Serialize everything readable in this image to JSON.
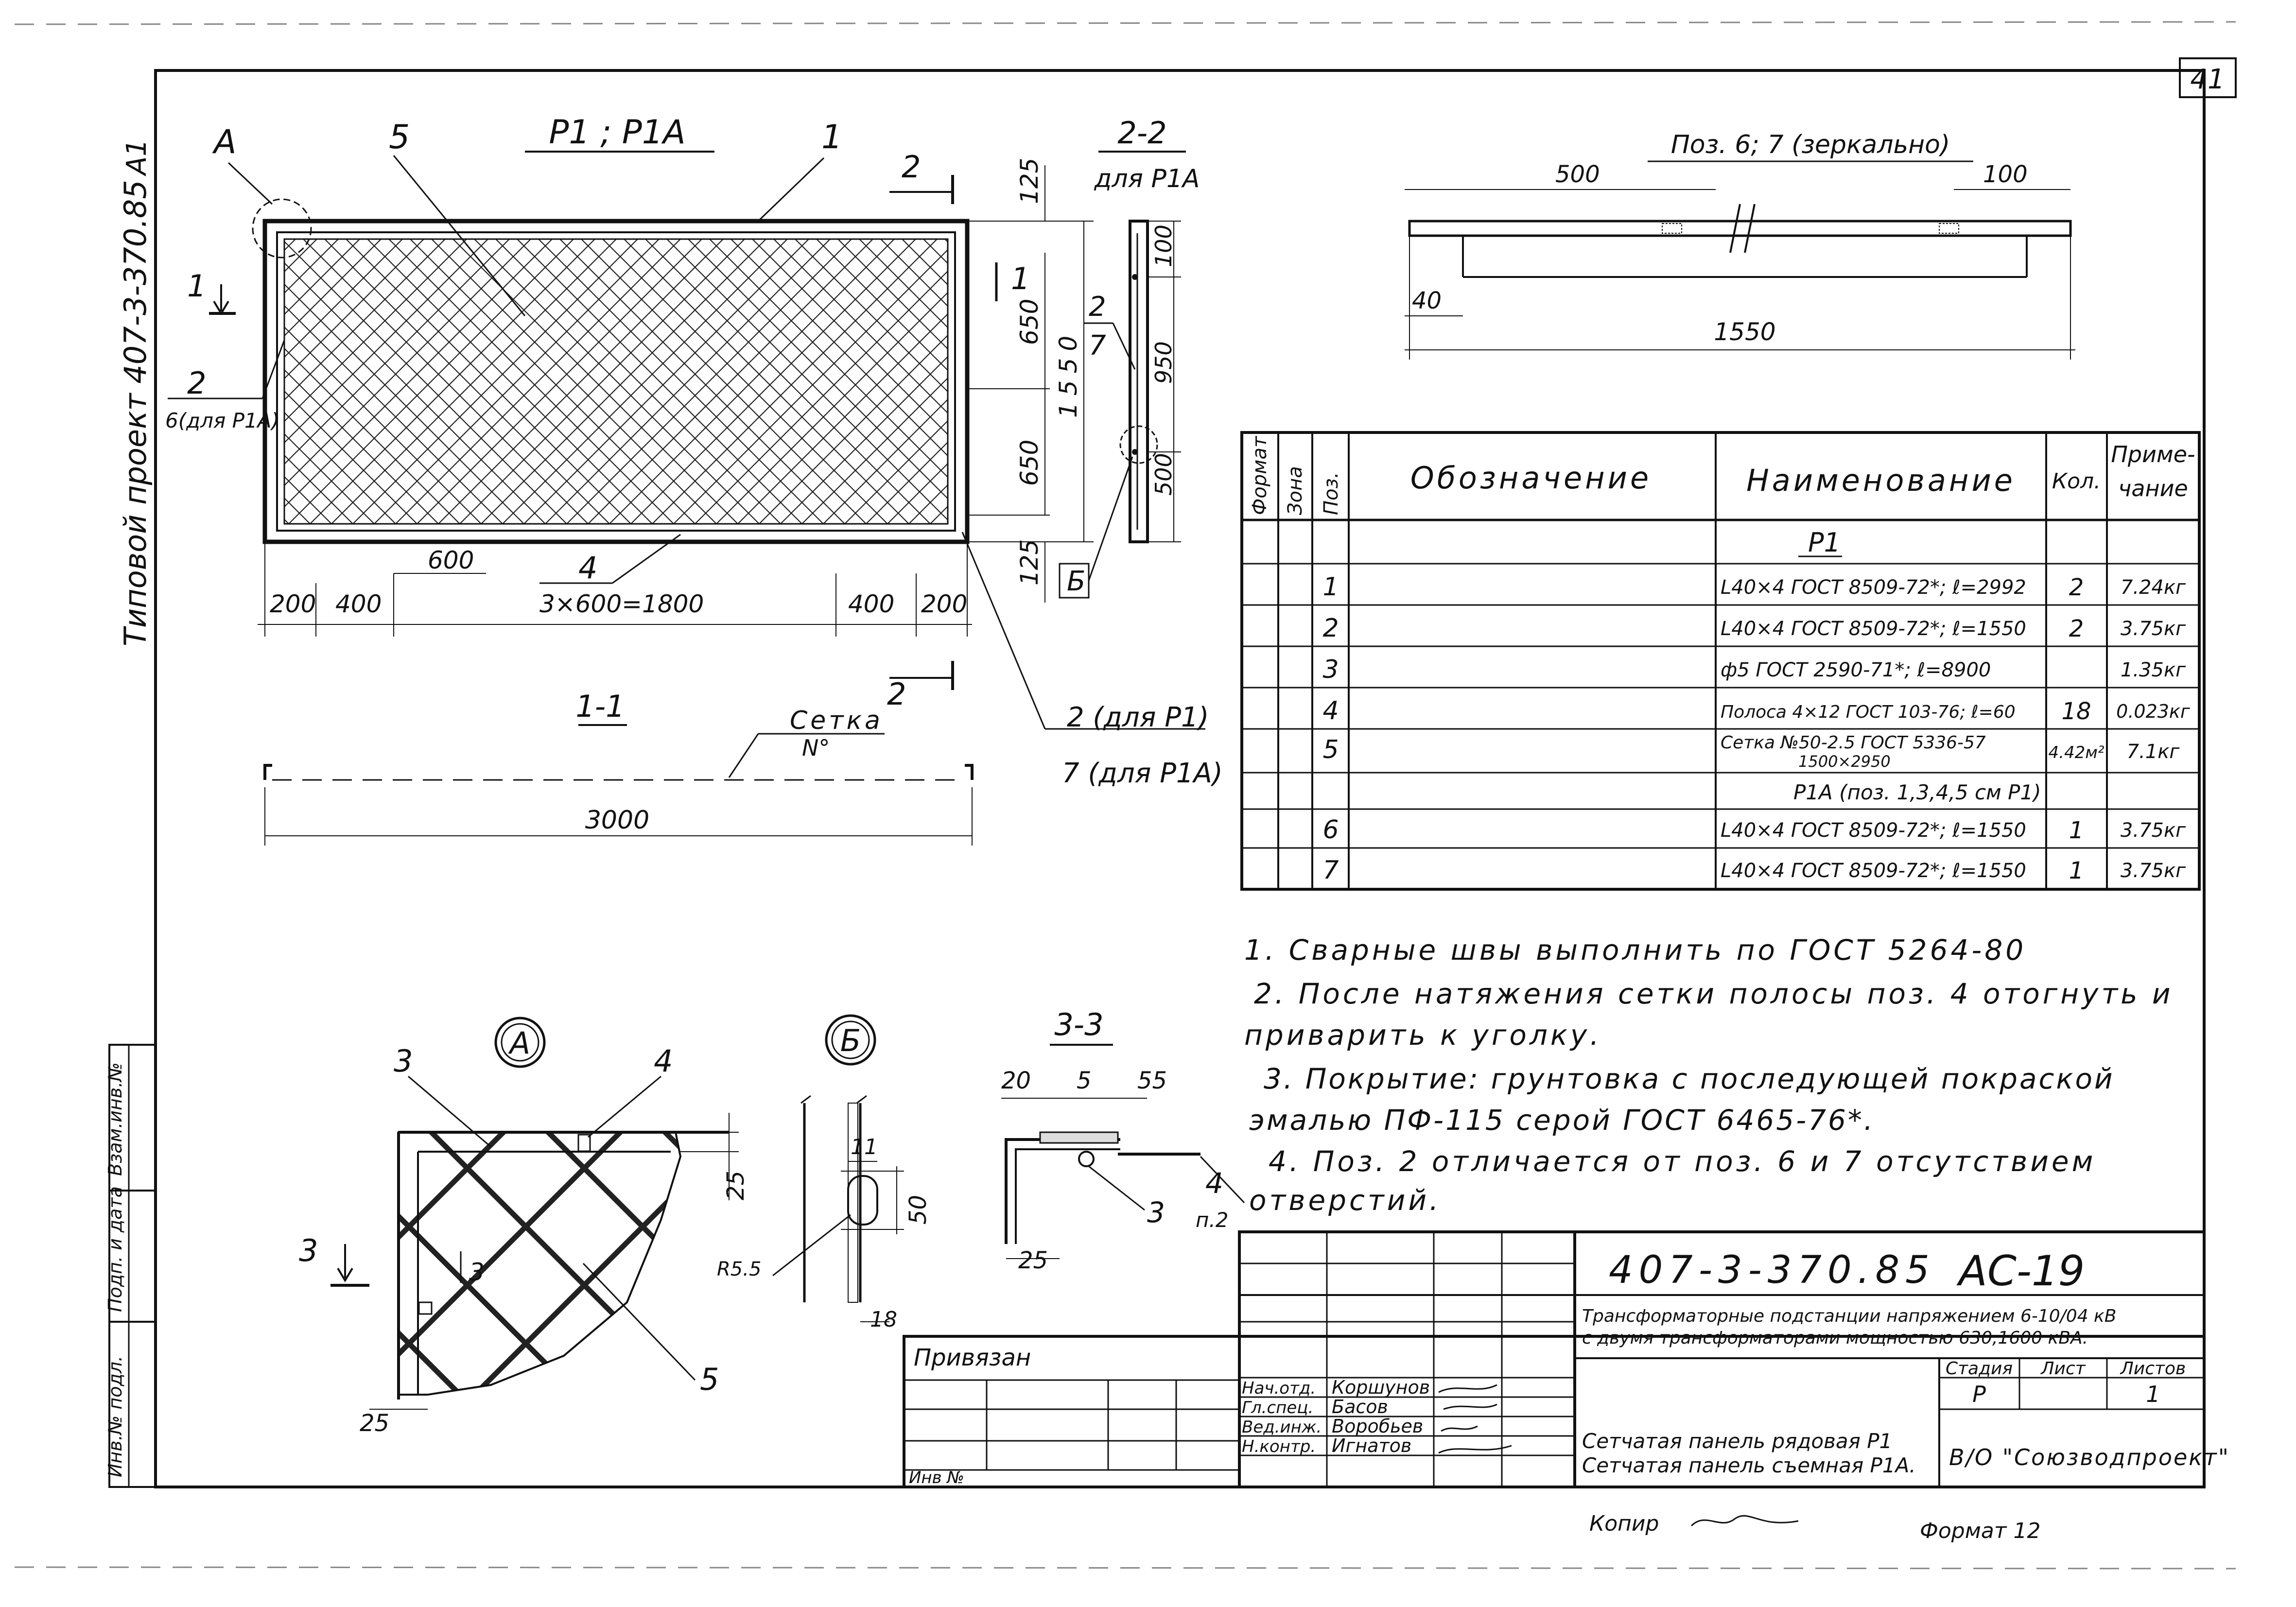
{
  "sheet": {
    "page_number": "41",
    "side_format": "А1",
    "side_project": "Типовой проект 407-3-370.85",
    "format_note": "Формат 12",
    "copy_note": "Копир"
  },
  "main_view": {
    "title": "Р1 ; Р1А",
    "callout_A": "А",
    "pos_5": "5",
    "pos_1": "1",
    "pos_2": "2",
    "pos_2_sub": "6(для Р1А)",
    "pos_4": "4",
    "cut_1": "1",
    "cut_2": "2",
    "dim_top": "125",
    "dim_650_upper": "650",
    "dim_650_lower": "650",
    "dim_1550": "1550",
    "dim_125_bottom": "125",
    "dim_600": "600",
    "dim_200_left": "200",
    "dim_400_left": "400",
    "dim_3x600": "3×600=1800",
    "dim_400_right": "400",
    "dim_200_right": "200",
    "leader_2_p1": "2 (для Р1)",
    "leader_7_p1a": "7 (для Р1А)"
  },
  "section_22": {
    "title": "2-2",
    "subtitle": "для Р1А",
    "dim_100": "100",
    "dim_950": "950",
    "dim_500": "500",
    "pos_2": "2",
    "pos_7": "7",
    "callout_B": "Б"
  },
  "section_11": {
    "title": "1-1",
    "net_label": "Сетка",
    "net_no": "N°",
    "dim_3000": "3000"
  },
  "pos67": {
    "title": "Поз. 6; 7 (зеркально)",
    "dim_500": "500",
    "dim_100": "100",
    "dim_40": "40",
    "dim_1550": "1550"
  },
  "spec_table": {
    "headers": [
      "Формат",
      "Зона",
      "Поз.",
      "Обозначение",
      "Наименование",
      "Кол.",
      "Приме- чание"
    ],
    "group_p1": "Р1",
    "rows_p1": [
      {
        "pos": "1",
        "name": "L40×4 ГОСТ 8509-72*; ℓ=2992",
        "qty": "2",
        "note": "7.24кг"
      },
      {
        "pos": "2",
        "name": "L40×4 ГОСТ 8509-72*; ℓ=1550",
        "qty": "2",
        "note": "3.75кг"
      },
      {
        "pos": "3",
        "name": "ф5 ГОСТ 2590-71*; ℓ=8900",
        "qty": "",
        "note": "1.35кг"
      },
      {
        "pos": "4",
        "name": "Полоса 4×12 ГОСТ 103-76; ℓ=60",
        "qty": "18",
        "note": "0.023кг"
      },
      {
        "pos": "5",
        "name": "Сетка №50-2.5 ГОСТ 5336-57",
        "name2": "1500×2950",
        "qty": "4.42м²",
        "note": "7.1кг"
      }
    ],
    "group_p1a": "Р1А (поз. 1,3,4,5 см Р1)",
    "rows_p1a": [
      {
        "pos": "6",
        "name": "L40×4 ГОСТ 8509-72*; ℓ=1550",
        "qty": "1",
        "note": "3.75кг"
      },
      {
        "pos": "7",
        "name": "L40×4 ГОСТ 8509-72*; ℓ=1550",
        "qty": "1",
        "note": "3.75кг"
      }
    ]
  },
  "notes": [
    "1. Сварные швы выполнить по ГОСТ 5264-80",
    "2. После натяжения сетки полосы поз. 4 отогнуть и",
    "приварить к уголку.",
    "3. Покрытие: грунтовка с последующей покраской",
    "эмалью ПФ-115 серой ГОСТ 6465-76*.",
    "4. Поз. 2 отличается от поз. 6 и 7 отсутствием",
    "отверстий."
  ],
  "detail_A": {
    "callout": "А",
    "pos_3": "3",
    "pos_4": "4",
    "pos_5": "5",
    "dim_25_right": "25",
    "dim_25_bottom": "25",
    "cut_3": "3",
    "cut_3b": "3"
  },
  "detail_B": {
    "callout": "Б",
    "dim_11": "11",
    "dim_50": "50",
    "dim_18": "18",
    "dim_r": "R5.5"
  },
  "section_33": {
    "title": "3-3",
    "dim_20": "20",
    "dim_5": "5",
    "dim_55": "55",
    "dim_25": "25",
    "pos_3": "3",
    "pos_4": "4",
    "pos_4_sub": "п.2"
  },
  "title_block": {
    "doc_code": "407-3-370.85",
    "sheet_code": "АС-19",
    "project_title_1": "Трансформаторные подстанции напряжением 6-10/04 кВ",
    "project_title_2": "с двумя трансформаторами мощностью 630,1600 кВА.",
    "stage_h": "Стадия",
    "sheet_h": "Лист",
    "sheets_h": "Листов",
    "stage": "Р",
    "sheet": "",
    "sheets": "1",
    "drawing_name_1": "Сетчатая панель рядовая Р1",
    "drawing_name_2": "Сетчатая панель съемная Р1А.",
    "organization": "В/О \"Союзводпроект\"",
    "linked": "Привязан",
    "inv_no": "Инв №",
    "roles": [
      {
        "role": "Нач.отд.",
        "name": "Коршунов"
      },
      {
        "role": "Гл.спец.",
        "name": "Басов"
      },
      {
        "role": "Вед.инж.",
        "name": "Воробьев"
      },
      {
        "role": "Н.контр.",
        "name": "Игнатов"
      }
    ],
    "side_fields": [
      "Инв.№ подл.",
      "Подп. и дата",
      "Взам.инв.№"
    ]
  }
}
